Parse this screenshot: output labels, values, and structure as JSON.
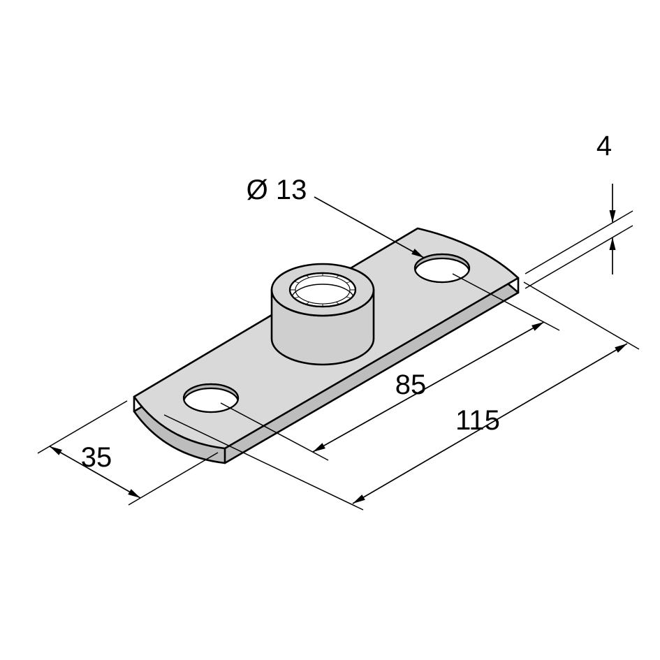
{
  "drawing": {
    "labels": {
      "hole_diameter": "Ø 13",
      "plate_thickness": "4",
      "hole_spacing": "85",
      "overall_length": "115",
      "plate_width": "35"
    },
    "colors": {
      "background": "#ffffff",
      "line": "#000000",
      "plate_top": "#d9d9d9",
      "plate_side": "#bdbdbd",
      "boss_top": "#d6d6d6",
      "boss_side": "#cfcfcf",
      "hole_wall": "#b5b5b5",
      "hole_fill": "#ffffff"
    }
  }
}
